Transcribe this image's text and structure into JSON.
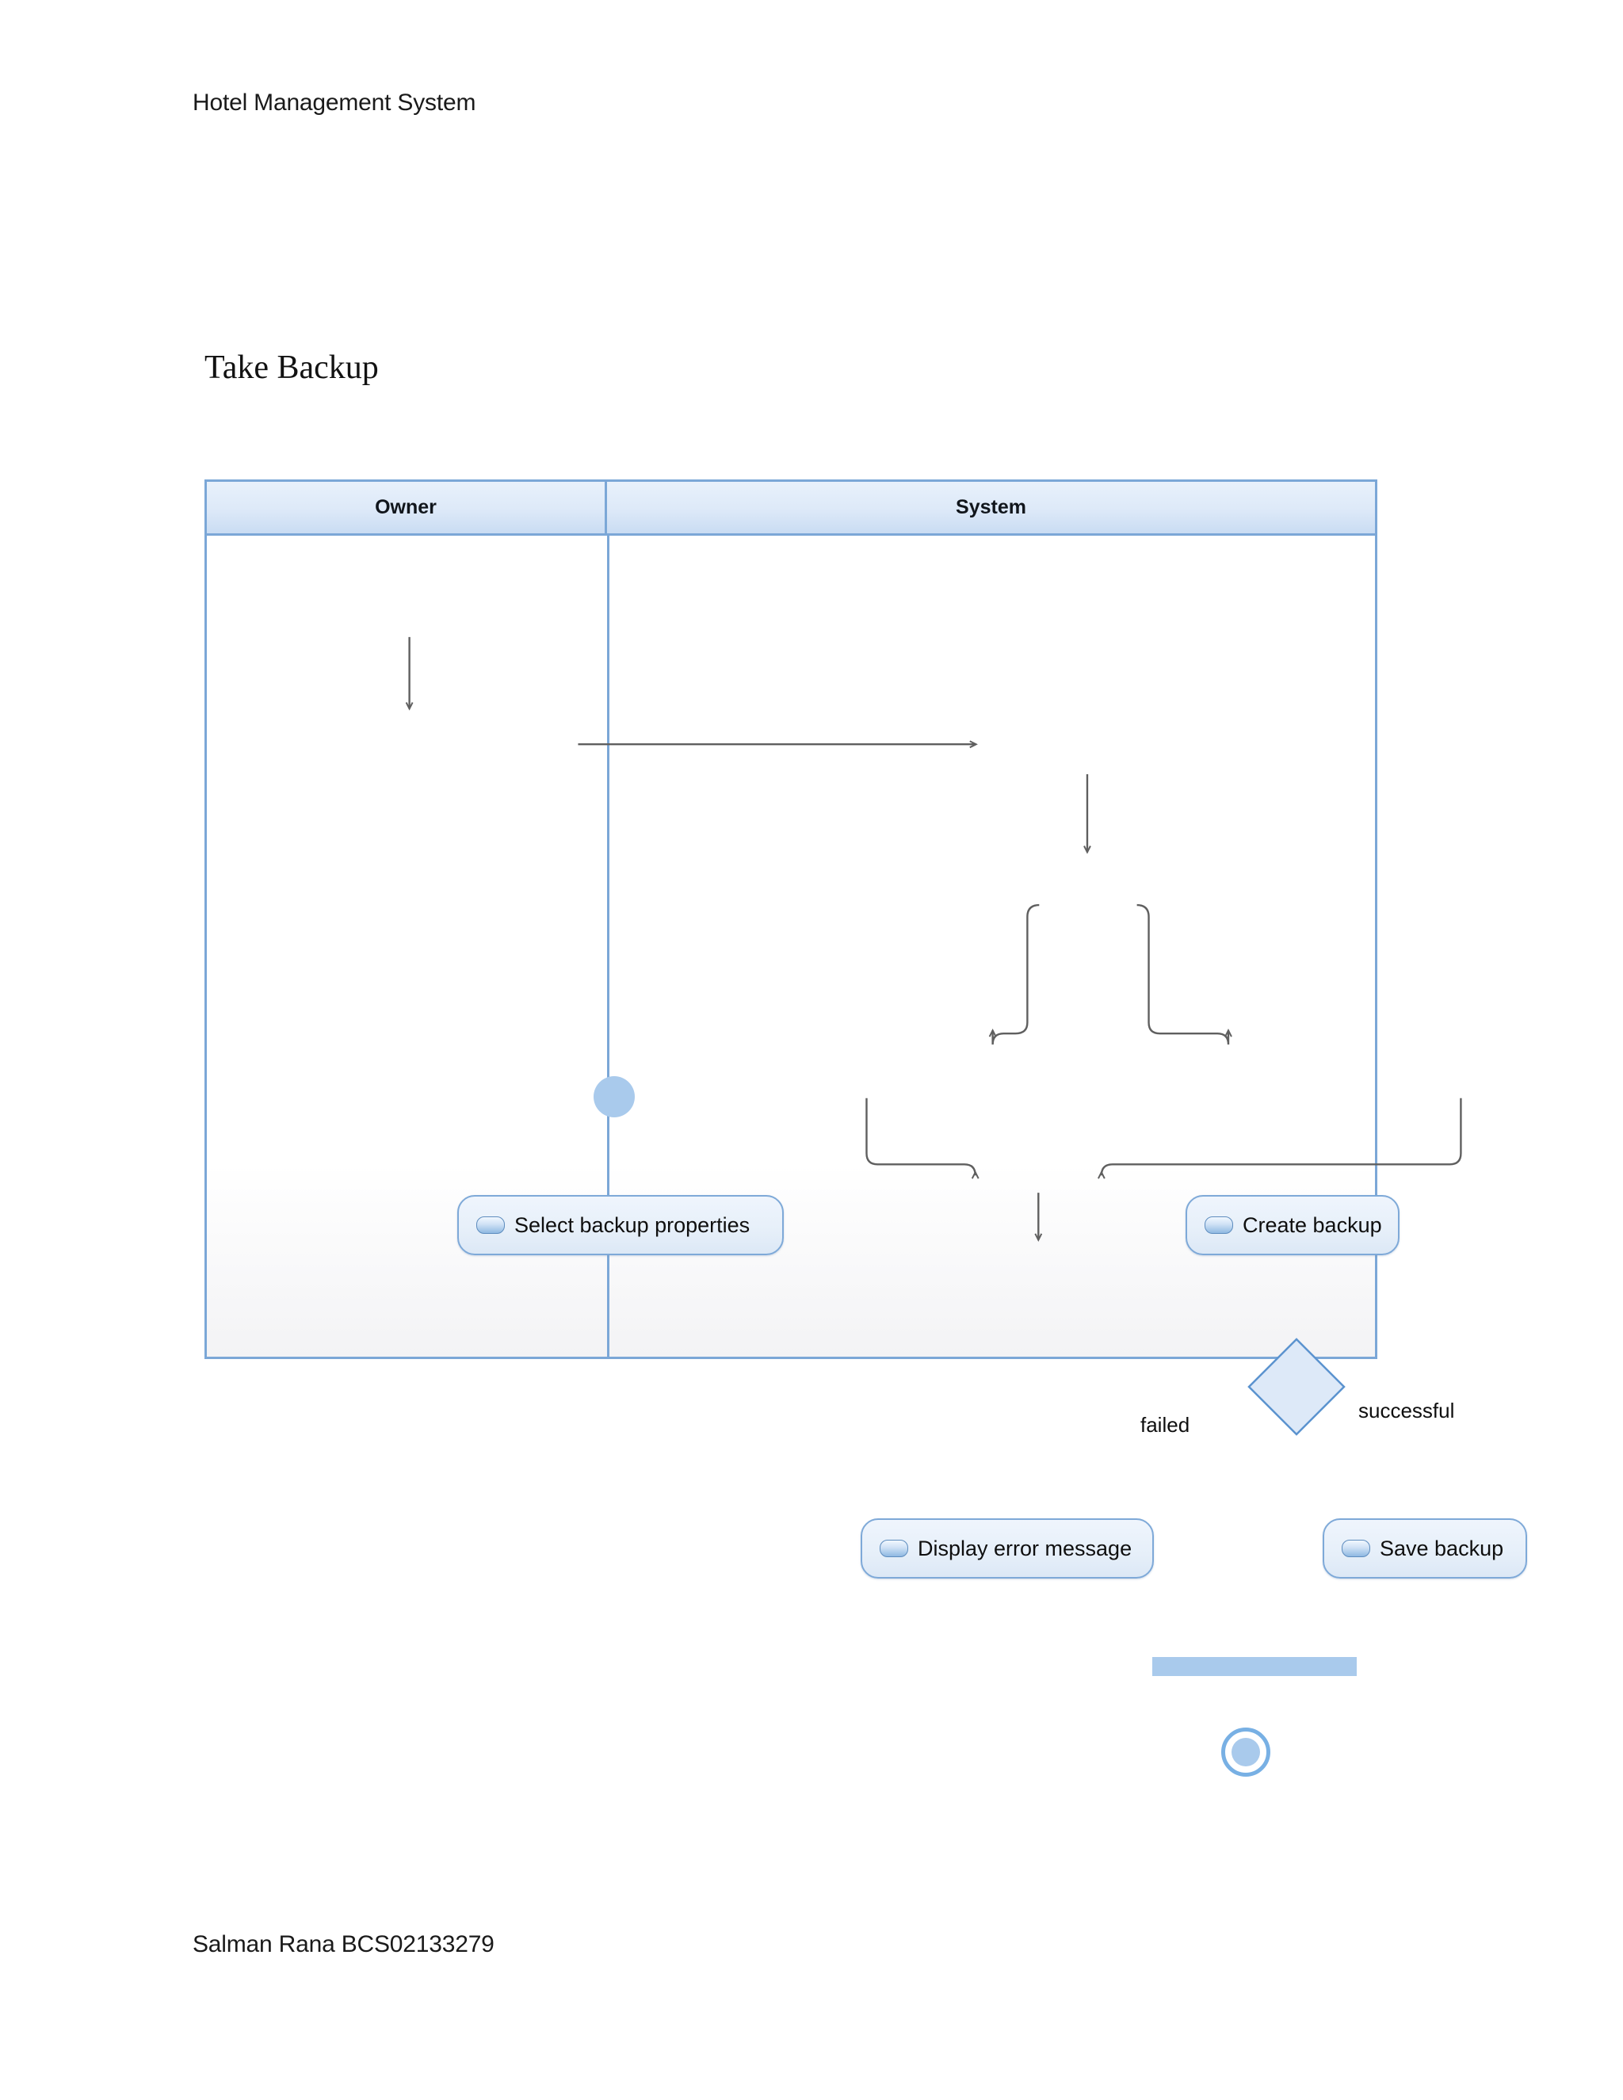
{
  "document": {
    "header": "Hotel Management System",
    "footer": "Salman Rana BCS02133279",
    "caption": "Take Backup"
  },
  "diagram": {
    "type": "uml-activity-diagram",
    "lanes": [
      {
        "id": "owner",
        "title": "Owner"
      },
      {
        "id": "system",
        "title": "System"
      }
    ],
    "nodes": [
      {
        "id": "initial",
        "type": "initial-node",
        "lane": "owner",
        "label": ""
      },
      {
        "id": "select",
        "type": "action",
        "lane": "owner",
        "label": "Select backup properties",
        "icon": "action-pill-icon"
      },
      {
        "id": "create",
        "type": "action",
        "lane": "system",
        "label": "Create backup",
        "icon": "action-pill-icon"
      },
      {
        "id": "decision",
        "type": "decision-node",
        "lane": "system",
        "label": ""
      },
      {
        "id": "error",
        "type": "action",
        "lane": "system",
        "label": "Display error message",
        "icon": "action-pill-icon"
      },
      {
        "id": "save",
        "type": "action",
        "lane": "system",
        "label": "Save backup",
        "icon": "action-pill-icon"
      },
      {
        "id": "merge",
        "type": "merge-bar",
        "lane": "system",
        "label": ""
      },
      {
        "id": "final",
        "type": "final-node",
        "lane": "system",
        "label": ""
      }
    ],
    "edges": [
      {
        "from": "initial",
        "to": "select",
        "label": ""
      },
      {
        "from": "select",
        "to": "create",
        "label": ""
      },
      {
        "from": "create",
        "to": "decision",
        "label": ""
      },
      {
        "from": "decision",
        "to": "error",
        "label": "failed"
      },
      {
        "from": "decision",
        "to": "save",
        "label": "successful"
      },
      {
        "from": "error",
        "to": "merge",
        "label": ""
      },
      {
        "from": "save",
        "to": "merge",
        "label": ""
      },
      {
        "from": "merge",
        "to": "final",
        "label": ""
      }
    ],
    "edge_labels": {
      "failed": "failed",
      "successful": "successful"
    },
    "colors": {
      "lane_border": "#7ba7d7",
      "lane_header_top": "#e8f1fb",
      "lane_header_bottom": "#c9dcf3",
      "node_fill": "#e6eff9",
      "node_border": "#7ea9d8",
      "control_node_fill": "#a9caec",
      "final_ring": "#78b0e4",
      "connector": "#5f5f5f",
      "text": "#0f0f0f"
    }
  }
}
